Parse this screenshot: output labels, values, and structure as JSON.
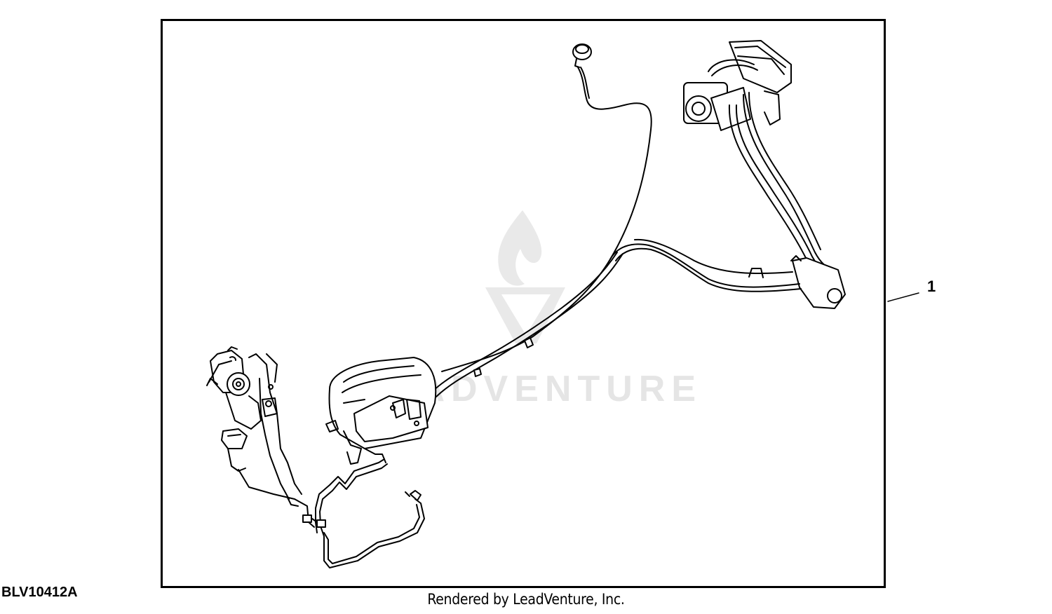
{
  "figure_code": "BLV10412A",
  "credit": "Rendered by LeadVenture, Inc.",
  "callouts": [
    {
      "number": "1"
    }
  ],
  "watermark": {
    "text": "LEADVENTURE",
    "color": "#e5e5e5"
  },
  "colors": {
    "line": "#000000",
    "background": "#ffffff"
  }
}
